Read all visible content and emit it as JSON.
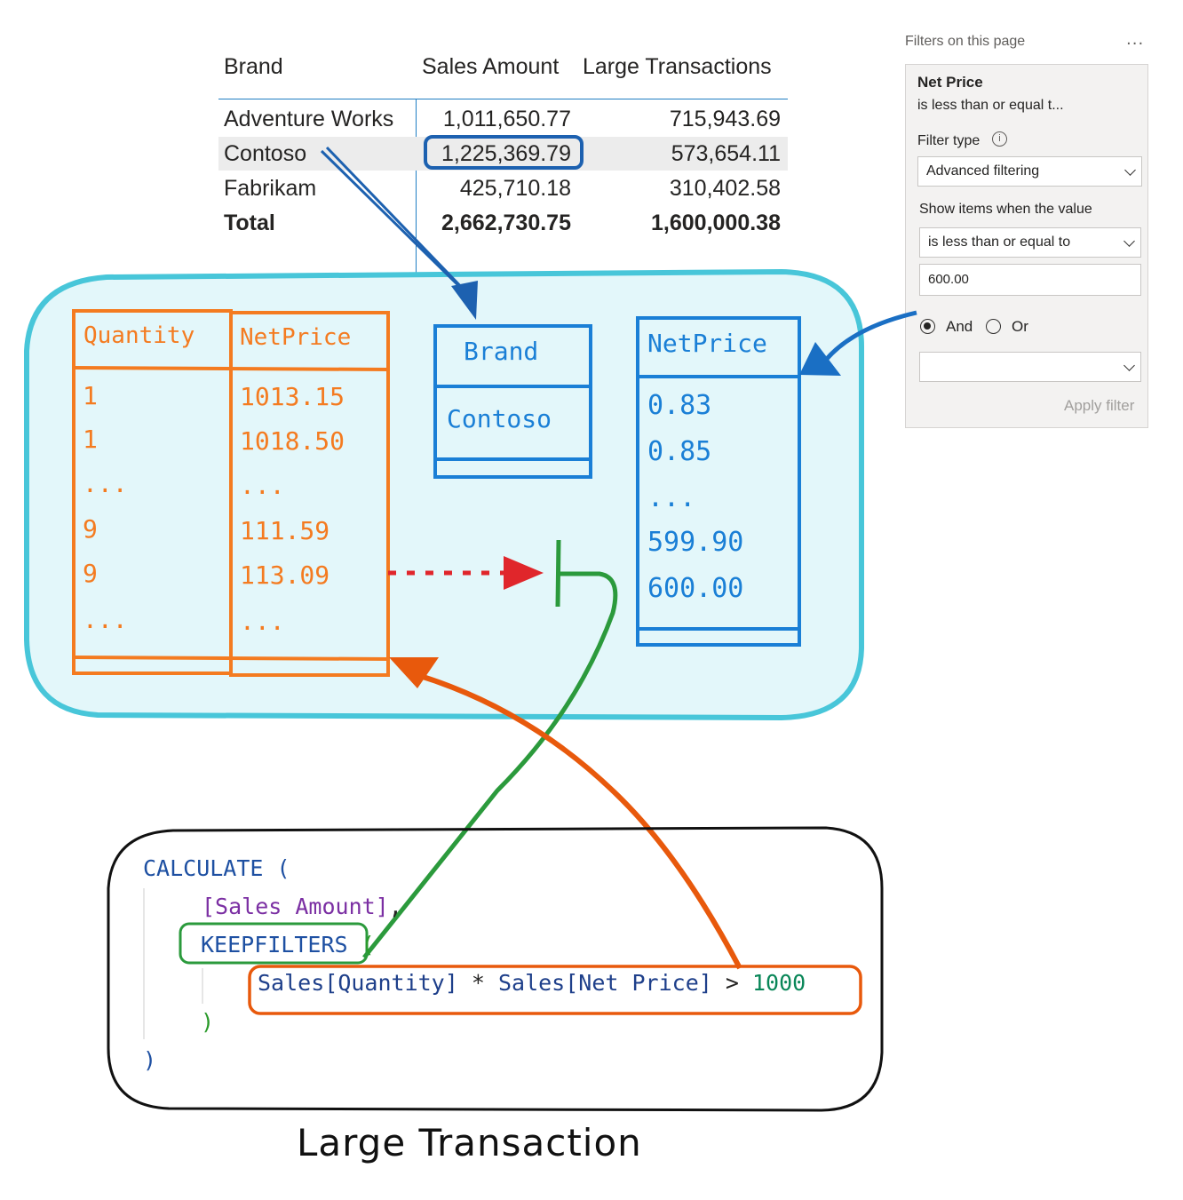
{
  "report": {
    "headers": [
      "Brand",
      "Sales Amount",
      "Large Transactions"
    ],
    "rows": [
      {
        "brand": "Adventure Works",
        "sales": "1,011,650.77",
        "large": "715,943.69"
      },
      {
        "brand": "Contoso",
        "sales": "1,225,369.79",
        "large": "573,654.11"
      },
      {
        "brand": "Fabrikam",
        "sales": "425,710.18",
        "large": "310,402.58"
      }
    ],
    "total": {
      "label": "Total",
      "sales": "2,662,730.75",
      "large": "1,600,000.38"
    }
  },
  "filter_pane": {
    "title": "Filters on this page",
    "more": "...",
    "field": "Net Price",
    "summary": "is less than or equal t...",
    "filter_type_label": "Filter type",
    "filter_type_value": "Advanced filtering",
    "show_items_label": "Show items when the value",
    "condition": "is less than or equal to",
    "value": "600.00",
    "and_label": "And",
    "or_label": "Or",
    "logic_selected": "And",
    "second_condition": "",
    "apply_label": "Apply filter"
  },
  "sketch": {
    "sales_table": {
      "headers": [
        "Quantity",
        "NetPrice"
      ],
      "quantity": [
        "1",
        "1",
        "...",
        "9",
        "9",
        "..."
      ],
      "netprice": [
        "1013.15",
        "1018.50",
        "...",
        "111.59",
        "113.09",
        "..."
      ]
    },
    "brand_table": {
      "header": "Brand",
      "value": "Contoso"
    },
    "netprice_table": {
      "header": "NetPrice",
      "values": [
        "0.83",
        "0.85",
        "...",
        "599.90",
        "600.00"
      ]
    }
  },
  "code": {
    "line1_kw": "CALCULATE",
    "line1_paren": "(",
    "line2_measure": "[Sales Amount]",
    "line2_comma": ",",
    "line3_kw": "KEEPFILTERS",
    "line3_paren": "(",
    "line4_table1": "Sales",
    "line4_col1": "[Quantity]",
    "line4_op1": "*",
    "line4_table2": "Sales",
    "line4_col2": "[Net Price]",
    "line4_op2": ">",
    "line4_num": "1000",
    "line5": ")",
    "line6": ")"
  },
  "caption": "Large Transaction",
  "colors": {
    "accent_blue": "#1f7dc3",
    "sketch_orange": "#f47b20",
    "sketch_blue": "#1a7fd6",
    "teal_fill": "#e3f7fa",
    "teal_stroke": "#48c6d9",
    "green": "#2b9a3c",
    "red": "#e0262b"
  }
}
